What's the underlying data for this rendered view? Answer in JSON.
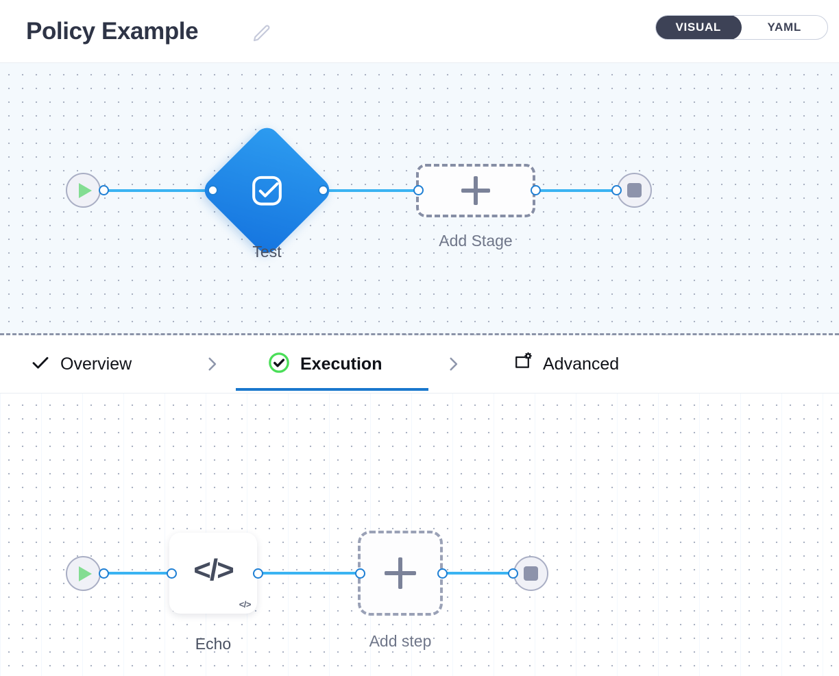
{
  "header": {
    "title": "Policy Example",
    "edit_icon": "pencil-icon",
    "mode_toggle": {
      "active": "VISUAL",
      "options": [
        "VISUAL",
        "YAML"
      ]
    }
  },
  "stage_canvas": {
    "start_node": {
      "icon": "play-icon",
      "label": ""
    },
    "end_node": {
      "icon": "stop-icon",
      "label": ""
    },
    "nodes": [
      {
        "label": "Test",
        "icon": "check-square-icon",
        "type": "stage"
      },
      {
        "label": "Add Stage",
        "icon": "plus-icon",
        "type": "add-placeholder"
      }
    ]
  },
  "tabs": [
    {
      "label": "Overview",
      "icon": "check-icon",
      "active": false
    },
    {
      "label": "Execution",
      "icon": "check-circle-icon",
      "active": true
    },
    {
      "label": "Advanced",
      "icon": "window-gear-icon",
      "active": false
    }
  ],
  "tab_separator": "chevron-right-icon",
  "step_canvas": {
    "start_node": {
      "icon": "play-icon"
    },
    "end_node": {
      "icon": "stop-icon"
    },
    "nodes": [
      {
        "label": "Echo",
        "icon": "code-icon",
        "badge": "</>",
        "type": "step"
      },
      {
        "label": "Add step",
        "icon": "plus-icon",
        "type": "add-placeholder"
      }
    ]
  },
  "colors": {
    "accent_blue": "#1a78cd",
    "wire_blue": "#3bb4f2",
    "stage_blue": "#1574df",
    "toggle_dark": "#3d4256",
    "success_green": "#4ade58",
    "play_green": "#83dd92",
    "muted_gray": "#6f7689"
  }
}
